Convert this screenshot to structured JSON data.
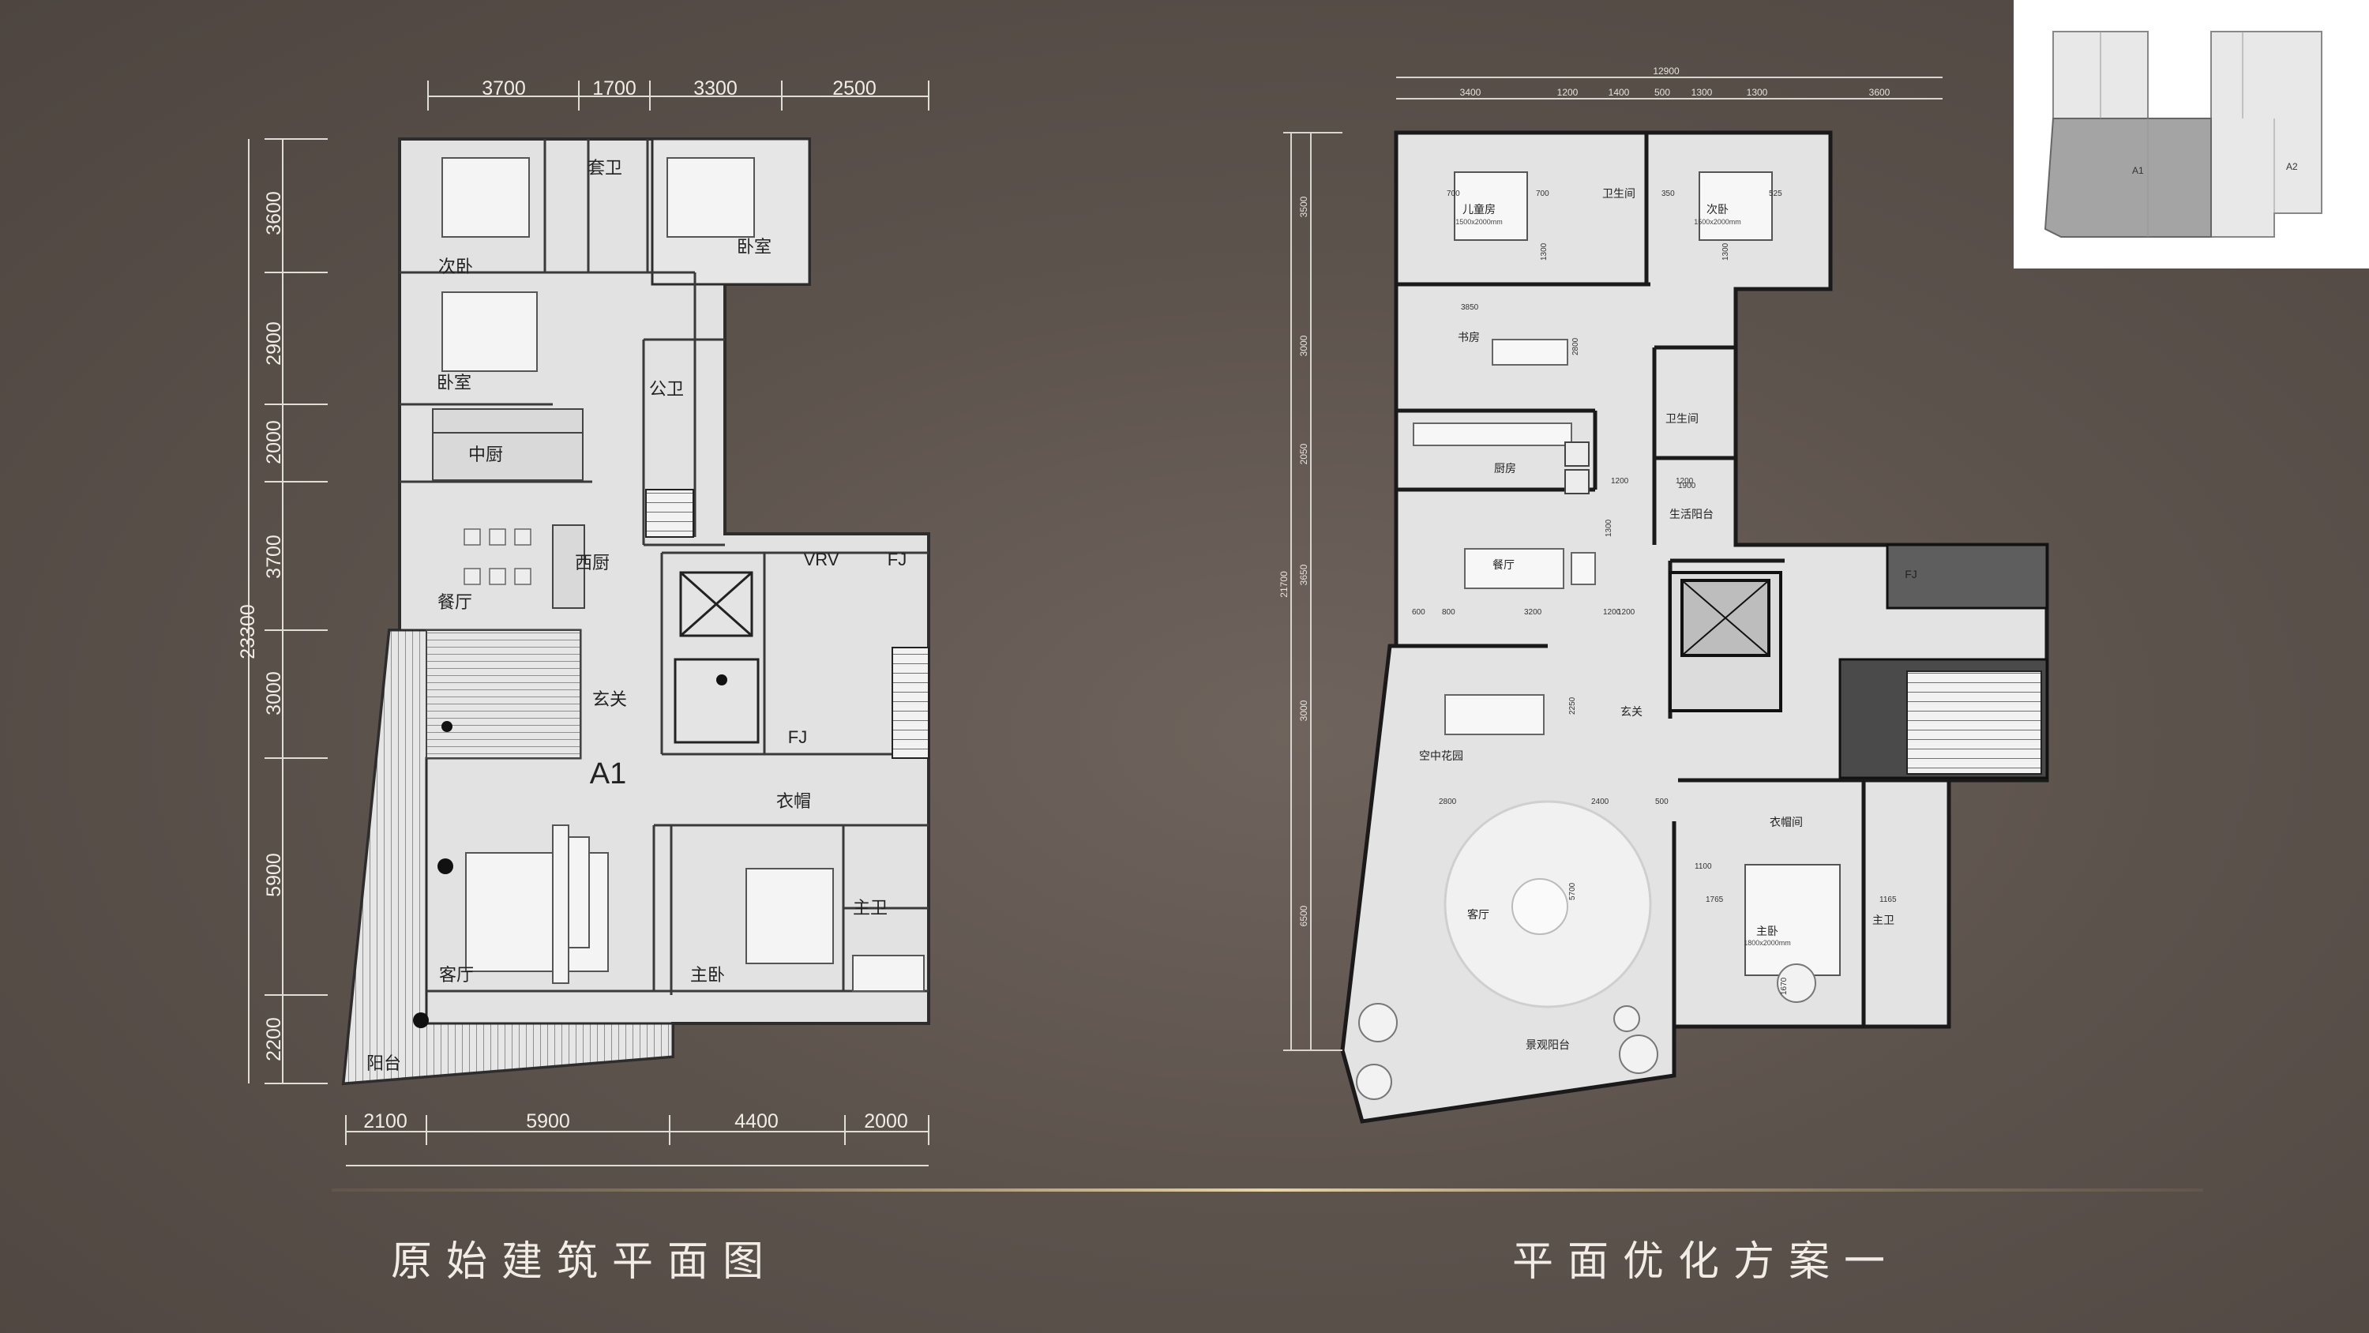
{
  "left_plan": {
    "top_dims": [
      "3700",
      "1700",
      "3300",
      "2500"
    ],
    "bottom_dims": [
      "2100",
      "5900",
      "4400",
      "2000"
    ],
    "left_dims": [
      "3600",
      "2900",
      "2000",
      "3700",
      "3000",
      "5900",
      "2200"
    ],
    "total_dim": "23300",
    "unit_label": "A1",
    "rooms": {
      "ensuite_bath": "套卫",
      "bedroom_top": "卧室",
      "second_bedroom": "次卧",
      "bedroom_mid": "卧室",
      "public_bath": "公卫",
      "chinese_kitchen": "中厨",
      "western_kitchen": "西厨",
      "dining": "餐厅",
      "vrv": "VRV",
      "fj_top": "FJ",
      "foyer": "玄关",
      "fj_bottom": "FJ",
      "cloakroom": "衣帽",
      "master_bath": "主卫",
      "living": "客厅",
      "master_bedroom": "主卧",
      "balcony": "阳台"
    }
  },
  "right_plan": {
    "top_total": "12900",
    "top_dims": [
      "3400",
      "1200",
      "1400",
      "500",
      "1300",
      "1300",
      "3600"
    ],
    "left_total": "21700",
    "left_dims": [
      "3500",
      "3000",
      "2050",
      "3650",
      "3000",
      "6500"
    ],
    "inner_dims": [
      "700",
      "700",
      "350",
      "525",
      "1300",
      "1300",
      "3850",
      "2800",
      "1200",
      "1200",
      "1900",
      "1300",
      "600",
      "800",
      "3200",
      "1200",
      "1200",
      "2800",
      "2400",
      "500",
      "2250",
      "5700",
      "1100",
      "1765",
      "1165",
      "1670"
    ],
    "rooms": {
      "kids_room": "儿童房",
      "kids_bed": "1500x2000mm",
      "bath_top": "卫生间",
      "second_bedroom": "次卧",
      "second_bed": "1500x2000mm",
      "study": "书房",
      "bath_mid": "卫生间",
      "kitchen": "厨房",
      "service_balcony": "生活阳台",
      "dining": "餐厅",
      "fj": "FJ",
      "foyer": "玄关",
      "sky_garden": "空中花园",
      "cloakroom": "衣帽间",
      "living": "客厅",
      "master_bedroom": "主卧",
      "master_bed": "1800x2000mm",
      "master_bath": "主卫",
      "view_balcony": "景观阳台",
      "a1": "A1",
      "a2": "A2"
    }
  },
  "captions": {
    "left": "原始建筑平面图",
    "right": "平面优化方案一"
  }
}
